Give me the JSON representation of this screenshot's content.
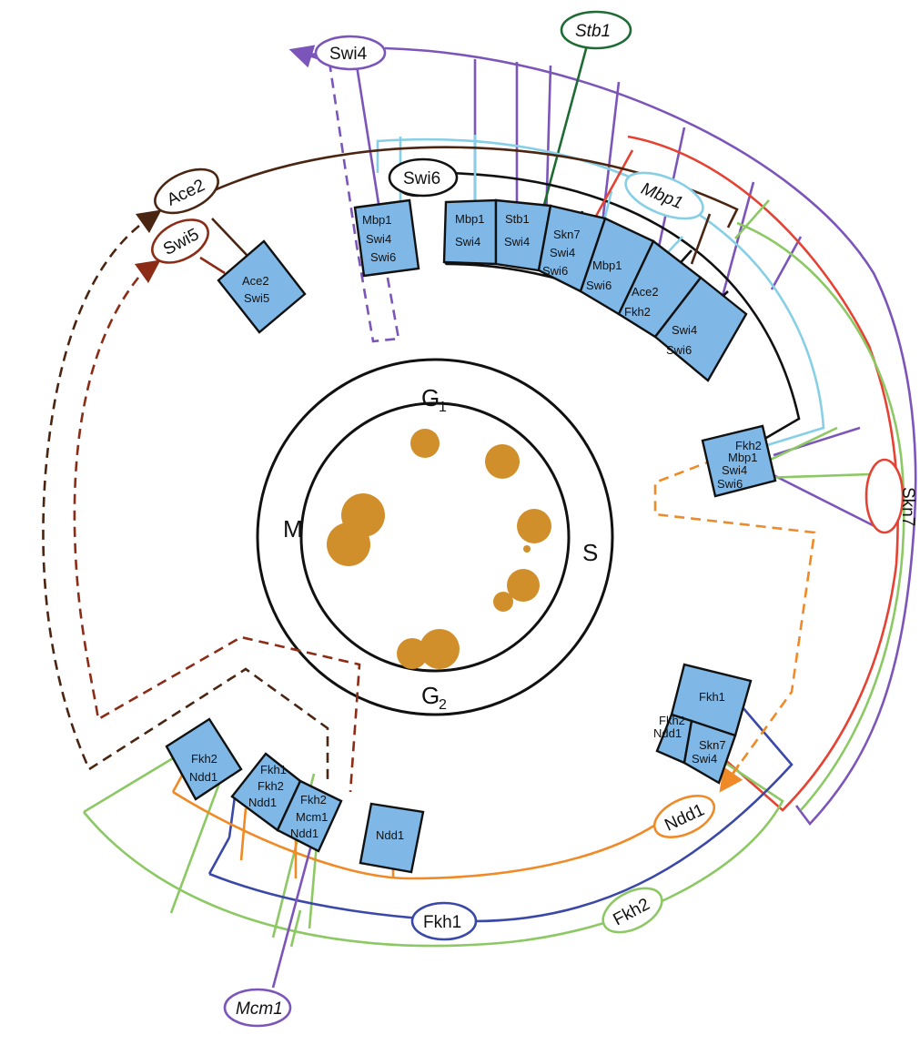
{
  "colors": {
    "swi4": "#7b55b9",
    "stb1": "#1e6b34",
    "swi6": "#111111",
    "mbp1": "#86cfe6",
    "skn7": "#e64233",
    "ace2": "#4a2612",
    "swi5": "#8c2b16",
    "ndd1": "#f08a26",
    "fkh1": "#3a48a8",
    "fkh2": "#8cc864",
    "mcm1": "#7b55b9",
    "complex_fill": "#7fb8e6",
    "cell_fill": "#d08f2a"
  },
  "phases": {
    "g1_main": "G",
    "g1_sub": "1",
    "s": "S",
    "g2_main": "G",
    "g2_sub": "2",
    "m": "M"
  },
  "factors": {
    "swi4": "Swi4",
    "stb1": "Stb1",
    "swi6": "Swi6",
    "mbp1": "Mbp1",
    "ace2": "Ace2",
    "swi5": "Swi5",
    "skn7": "Skn7",
    "ndd1": "Ndd1",
    "fkh1": "Fkh1",
    "fkh2": "Fkh2",
    "mcm1": "Mcm1"
  },
  "complexes": {
    "c_mbp1_swi4_swi6": [
      "Mbp1",
      "Swi4",
      "Swi6"
    ],
    "c_ace2_swi5": [
      "Ace2",
      "Swi5"
    ],
    "c_mbp1_swi4": [
      "Mbp1",
      "Swi4"
    ],
    "c_stb1_swi4": [
      "Stb1",
      "Swi4"
    ],
    "c_skn7_swi4_swi6": [
      "Skn7",
      "Swi4",
      "Swi6"
    ],
    "c_mbp1_swi6": [
      "Mbp1",
      "Swi6"
    ],
    "c_ace2_fkh2": [
      "Ace2",
      "Fkh2"
    ],
    "c_swi4_swi6": [
      "Swi4",
      "Swi6"
    ],
    "c_fkh2_mbp1_swi4_swi6": [
      "Fkh2",
      "Mbp1",
      "Swi4",
      "Swi6"
    ],
    "c_fkh1": [
      "Fkh1"
    ],
    "c_fkh2_ndd1": [
      "Fkh2",
      "Ndd1"
    ],
    "c_skn7_swi4": [
      "Skn7",
      "Swi4"
    ],
    "c_fkh2_ndd1_left": [
      "Fkh2",
      "Ndd1"
    ],
    "c_fkh1_fkh2_ndd1": [
      "Fkh1",
      "Fkh2",
      "Ndd1"
    ],
    "c_fkh2_mcm1_ndd1": [
      "Fkh2",
      "Mcm1",
      "Ndd1"
    ],
    "c_ndd1": [
      "Ndd1"
    ]
  }
}
